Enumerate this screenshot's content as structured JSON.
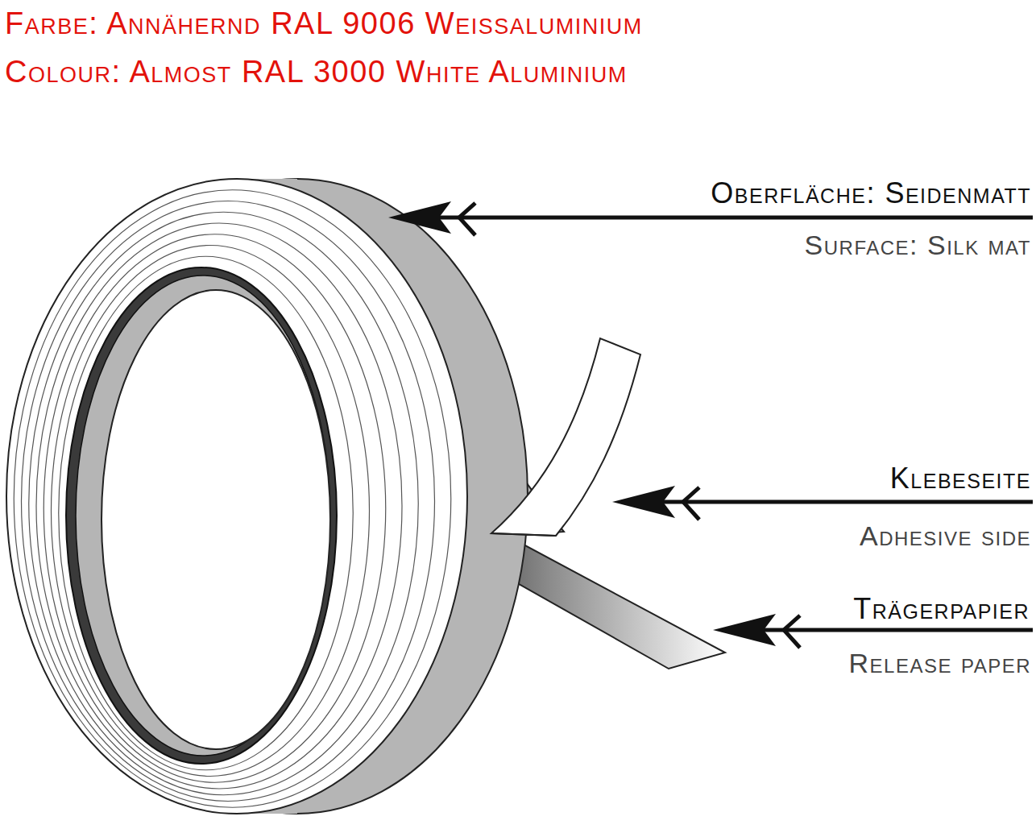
{
  "diagram": {
    "labels": [
      "Farbe: Annähernd RAL 9006 Weissaluminium",
      "Colour: Almost RAL 3000 White Aluminium",
      "Oberfläche: Seidenmatt",
      "Surface: Silk mat",
      "Klebeseite",
      "Adhesive side",
      "Trägerpapier",
      "Release paper"
    ]
  }
}
